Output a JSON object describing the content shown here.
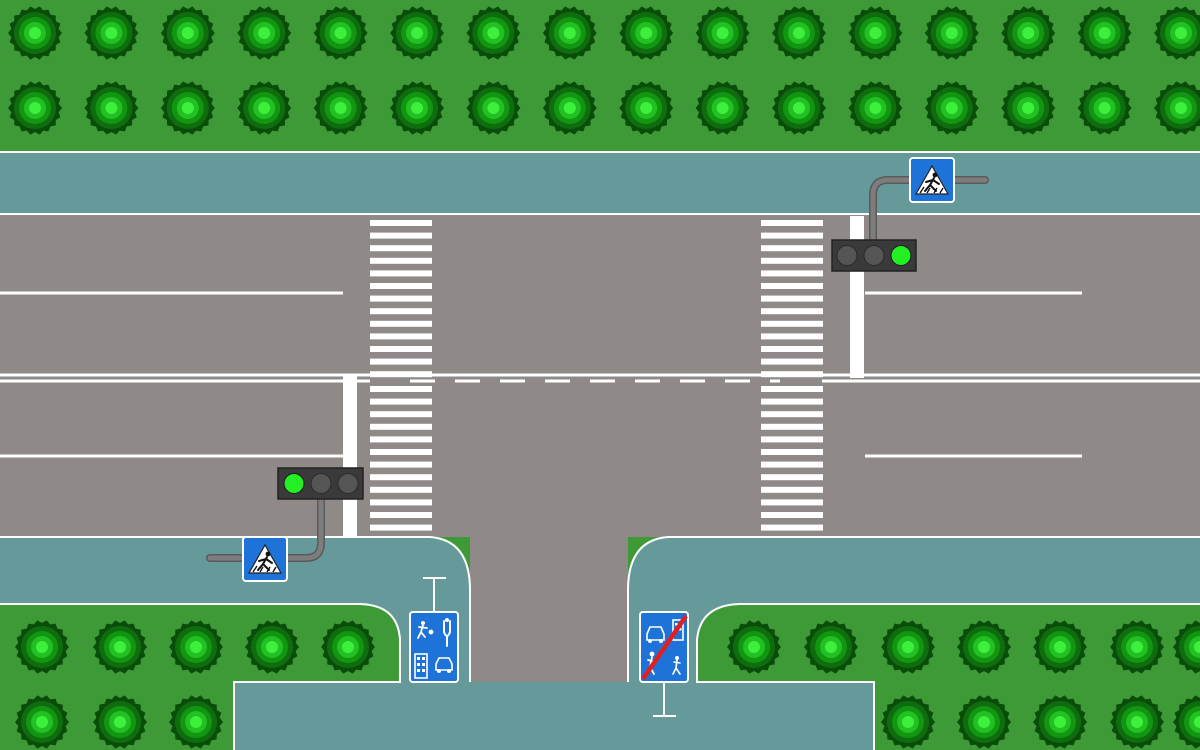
{
  "scene": {
    "description_type": "intersection",
    "colors": {
      "grass": "#3d9a36",
      "sidewalk": "#669a9a",
      "road": "#8f8a88",
      "marking": "#ffffff",
      "tree_dark": "#0a4d0a",
      "tree_mid": "#129612",
      "tree_light": "#3cf03c",
      "light_on": "#22f022",
      "light_off": "#555555",
      "light_housing": "#3a3a3a",
      "sign_blue": "#1e73d8",
      "sign_red": "#e02020"
    }
  },
  "traffic_lights": [
    {
      "id": "upper-right",
      "active": "right",
      "state": "green"
    },
    {
      "id": "lower-left",
      "active": "left",
      "state": "green"
    }
  ],
  "signs": [
    {
      "id": "crosswalk-sign-upper",
      "icon": "pedestrian-crossing-icon"
    },
    {
      "id": "crosswalk-sign-lower",
      "icon": "pedestrian-crossing-icon"
    },
    {
      "id": "living-zone-sign",
      "icon": "living-zone-icon"
    },
    {
      "id": "living-zone-end-sign",
      "icon": "living-zone-end-icon"
    }
  ]
}
